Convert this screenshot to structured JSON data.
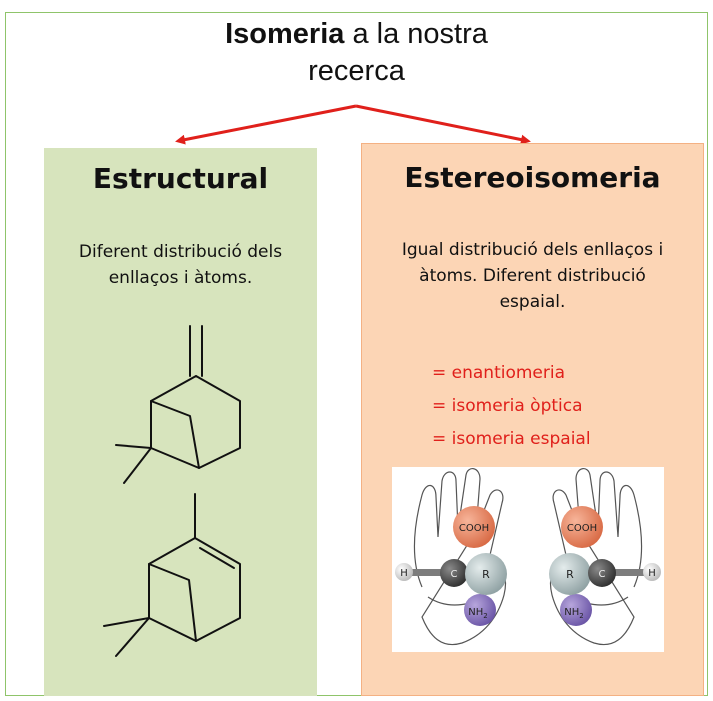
{
  "title": {
    "bold": "Isomeria",
    "rest_line1": " a la nostra",
    "line2": "recerca"
  },
  "structural": {
    "heading": "Estructural",
    "text_line1": "Diferent distribució dels",
    "text_line2": "enllaços i àtoms."
  },
  "stereo": {
    "heading": "Estereoisomeria",
    "text_line1": "Igual distribució dels enllaços i",
    "text_line2": "àtoms.  Diferent distribució",
    "text_line3": "espaial.",
    "synonyms": [
      "= enantiomeria",
      "= isomeria òptica",
      "= isomeria espaial"
    ]
  },
  "molecule_labels": {
    "cooh": "COOH",
    "r": "R",
    "c": "C",
    "h": "H",
    "nh": "NH",
    "sub2": "2"
  },
  "colors": {
    "left_panel": "#d7e4bd",
    "right_panel": "#fcd5b5",
    "arrow": "#e0201b",
    "frame": "#8fc46a"
  }
}
